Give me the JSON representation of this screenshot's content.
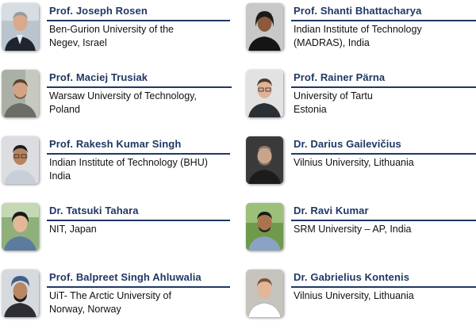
{
  "people": [
    {
      "name": "Prof. Joseph Rosen",
      "affiliation_lines": [
        "Ben-Gurion University of the",
        "Negev, Israel"
      ],
      "photo": "headshot-photo"
    },
    {
      "name": "Prof. Shanti Bhattacharya",
      "affiliation_lines": [
        "Indian Institute of Technology",
        "(MADRAS), India"
      ],
      "photo": "headshot-photo"
    },
    {
      "name": "Prof. Maciej Trusiak",
      "affiliation_lines": [
        "Warsaw University of Technology,",
        "Poland"
      ],
      "photo": "headshot-photo"
    },
    {
      "name": "Prof.  Rainer Pärna",
      "affiliation_lines": [
        "University of Tartu",
        "Estonia"
      ],
      "photo": "headshot-photo"
    },
    {
      "name": "Prof. Rakesh Kumar Singh",
      "affiliation_lines": [
        "Indian Institute of Technology (BHU)",
        "India"
      ],
      "photo": "headshot-photo"
    },
    {
      "name": "Dr. Darius Gailevičius",
      "affiliation_lines": [
        "Vilnius University, Lithuania"
      ],
      "photo": "headshot-photo"
    },
    {
      "name": "Dr. Tatsuki Tahara",
      "affiliation_lines": [
        "NIT, Japan"
      ],
      "photo": "headshot-photo"
    },
    {
      "name": "Dr. Ravi Kumar",
      "affiliation_lines": [
        "SRM University – AP, India"
      ],
      "photo": "headshot-photo"
    },
    {
      "name": "Prof. Balpreet Singh Ahluwalia",
      "affiliation_lines": [
        "UiT- The Arctic University of",
        "Norway, Norway"
      ],
      "photo": "headshot-photo"
    },
    {
      "name": "Dr. Gabrielius Kontenis",
      "affiliation_lines": [
        "Vilnius University, Lithuania"
      ],
      "photo": "headshot-photo"
    }
  ],
  "colors": {
    "name_text": "#1f3864",
    "rule": "#1f3864",
    "affiliation_text": "#111111"
  }
}
